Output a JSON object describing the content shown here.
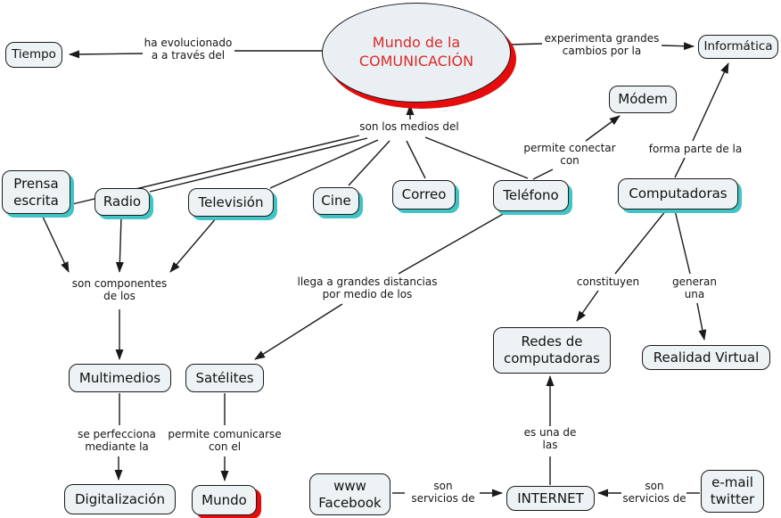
{
  "map": {
    "central": {
      "label": "Mundo de la\nCOMUNICACIÓN"
    },
    "nodes": {
      "tiempo": {
        "label": "Tiempo"
      },
      "informatica": {
        "label": "Informática"
      },
      "modem": {
        "label": "Módem"
      },
      "prensa_escrita": {
        "label": "Prensa\nescrita"
      },
      "radio": {
        "label": "Radio"
      },
      "television": {
        "label": "Televisión"
      },
      "cine": {
        "label": "Cine"
      },
      "correo": {
        "label": "Correo"
      },
      "telefono": {
        "label": "Teléfono"
      },
      "computadoras": {
        "label": "Computadoras"
      },
      "multimedios": {
        "label": "Multimedios"
      },
      "satelites": {
        "label": "Satélites"
      },
      "redes": {
        "label": "Redes de\ncomputadoras"
      },
      "realidad_virtual": {
        "label": "Realidad Virtual"
      },
      "digitalizacion": {
        "label": "Digitalización"
      },
      "mundo": {
        "label": "Mundo"
      },
      "www_facebook": {
        "label": "www\nFacebook"
      },
      "internet": {
        "label": "INTERNET"
      },
      "email_twitter": {
        "label": "e-mail\ntwitter"
      }
    },
    "links": {
      "ha_evolucionado": {
        "label": "ha evolucionado\na a través del"
      },
      "experimenta": {
        "label": "experimenta grandes\ncambios por la"
      },
      "son_medios": {
        "label": "son los medios del"
      },
      "permite_conectar": {
        "label": "permite conectar\ncon"
      },
      "forma_parte": {
        "label": "forma parte de la"
      },
      "son_componentes": {
        "label": "son componentes\nde los"
      },
      "llega": {
        "label": "llega a grandes distancias\npor medio de los"
      },
      "constituyen": {
        "label": "constituyen"
      },
      "generan": {
        "label": "generan\nuna"
      },
      "se_perfecciona": {
        "label": "se perfecciona\nmediante la"
      },
      "permite_comunicarse": {
        "label": "permite comunicarse\ncon el"
      },
      "es_una": {
        "label": "es una de\nlas"
      },
      "servicios_izq": {
        "label": "son\nservicios de"
      },
      "servicios_der": {
        "label": "son\nservicios de"
      }
    },
    "colors": {
      "node_fill": "#edf3f5",
      "node_border": "#1a1a1a",
      "shadow_cyan": "#40c4c6",
      "shadow_red": "#e60c0c",
      "title_red": "#dc2a2a",
      "line": "#1a1a1a"
    }
  }
}
